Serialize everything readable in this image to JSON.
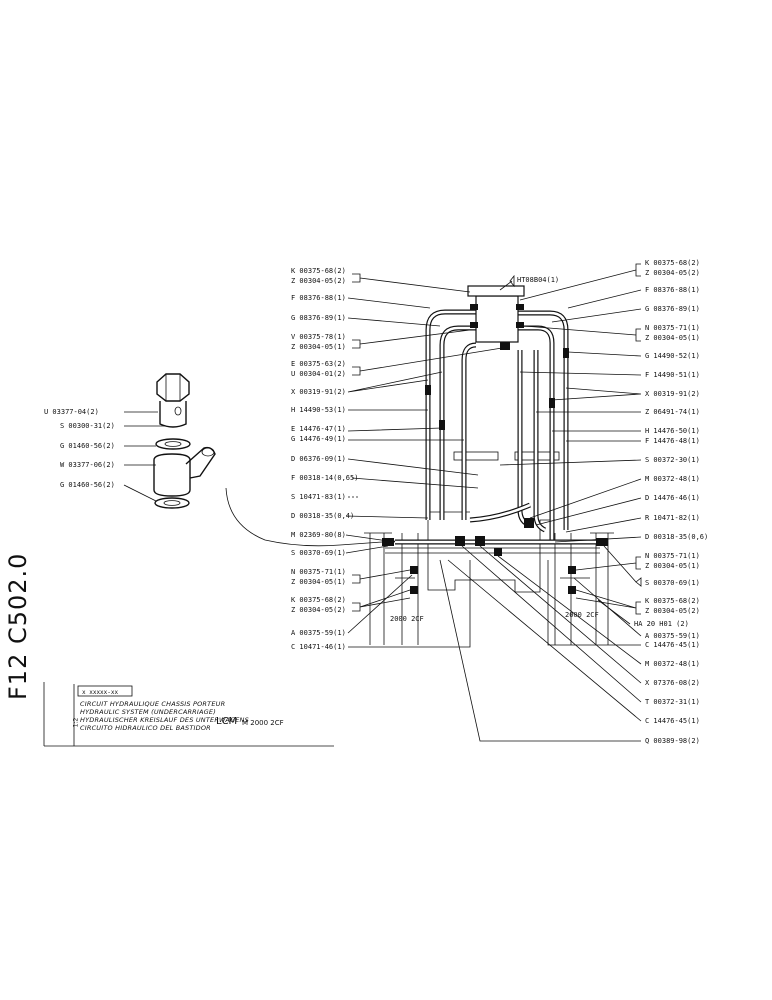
{
  "document": {
    "code": "F12 C502.0",
    "scale": "1:2",
    "ref_box": "x xxxxx-xx",
    "titles": [
      "CIRCUIT HYDRAULIQUE CHASSIS PORTEUR",
      "HYDRAULIC SYSTEM (UNDERCARRIAGE)",
      "HYDRAULISCHER KREISLAUF DES UNTERWAGENS",
      "CIRCUITO HIDRAULICO DEL BASTIDOR"
    ],
    "brand": "LCM",
    "model": "M 2000 2CF"
  },
  "detail_labels": {
    "u": "U 03377-04(2)",
    "s": "S 00300-31(2)",
    "g_top": "G 01460-56(2)",
    "w": "W 03377-06(2)",
    "g_bottom": "G 01460-56(2)"
  },
  "top_label": "HT08B04(1)",
  "left_labels": {
    "l1a": "K 00375-68(2)",
    "l1b": "Z 00304-05(2)",
    "l2": "F 08376-88(1)",
    "l3": "G 08376-89(1)",
    "l4a": "V 00375-78(1)",
    "l4b": "Z 00304-05(1)",
    "l5a": "E 00375-63(2)",
    "l5b": "U 00304-01(2)",
    "l6": "X 00319-91(2)",
    "l7": "H 14490-53(1)",
    "l8a": "E 14476-47(1)",
    "l8b": "G 14476-49(1)",
    "l9": "D 06376-09(1)",
    "l10": "F 00318-14(0,65)",
    "l11": "S 10471-83(1)",
    "l12": "D 00318-35(0,4)",
    "l13": "M 02369-80(8)",
    "l14": "S 00370-69(1)",
    "l15a": "N 00375-71(1)",
    "l15b": "Z 00304-05(1)",
    "l16a": "K 00375-68(2)",
    "l16b": "Z 00304-05(2)",
    "l17": "A 00375-59(1)",
    "l18": "C 10471-46(1)"
  },
  "right_labels": {
    "r1a": "K 00375-68(2)",
    "r1b": "Z 00304-05(2)",
    "r2": "F 08376-88(1)",
    "r3": "G 08376-89(1)",
    "r4a": "N 00375-71(1)",
    "r4b": "Z 00304-05(1)",
    "r5": "G 14490-52(1)",
    "r6": "F 14490-51(1)",
    "r7": "X 00319-91(2)",
    "r8": "Z 06491-74(1)",
    "r9": "H 14476-50(1)",
    "r10": "F 14476-48(1)",
    "r11": "S 00372-30(1)",
    "r12": "M 00372-48(1)",
    "r13": "D 14476-46(1)",
    "r14": "R 10471-82(1)",
    "r15": "D 00318-35(0,6)",
    "r16a": "N 00375-71(1)",
    "r16b": "Z 00304-05(1)",
    "r17": "S 00370-69(1)",
    "r18a": "K 00375-68(2)",
    "r18b": "Z 00304-05(2)",
    "r19": "HA 20 H01 (2)",
    "r20": "A 00375-59(1)",
    "r21": "C 14476-45(1)",
    "r22": "M 00372-48(1)",
    "r23": "X 07376-08(2)",
    "r24": "T 00372-31(1)",
    "r25": "C 14476-45(1)",
    "r26": "Q 00389-98(2)"
  },
  "unit_labels": {
    "left": "2000 2CF",
    "right": "2000 2CF"
  }
}
